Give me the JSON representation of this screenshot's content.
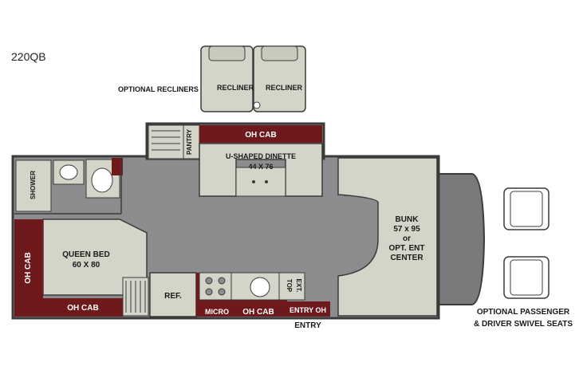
{
  "model": "220QB",
  "colors": {
    "wall": "#3b3b3b",
    "floor": "#8c8c8e",
    "furniture": "#d4d4c8",
    "cab": "#6e1a1c",
    "text_dark": "#1a1a1a",
    "text_light": "#ffffff"
  },
  "labels": {
    "optional_recliners": "OPTIONAL RECLINERS",
    "recliner_left": "RECLINER",
    "recliner_right": "RECLINER",
    "oh_cab_top": "OH CAB",
    "pantry": "PANTRY",
    "dinette": "U-SHAPED DINETTE",
    "dinette_size": "44 X 76",
    "shower": "SHOWER",
    "queen_bed": "QUEEN BED",
    "queen_bed_size": "60 X 80",
    "oh_cab_left": "OH CAB",
    "oh_cab_bottom_left": "OH CAB",
    "ref": "REF.",
    "micro": "MICRO",
    "oh_cab_bottom": "OH CAB",
    "top_ext_1": "TOP",
    "top_ext_2": "EXT.",
    "entry_oh": "ENTRY OH",
    "entry": "ENTRY",
    "bunk_1": "BUNK",
    "bunk_2": "57 x 95",
    "bunk_3": "or",
    "bunk_4": "OPT. ENT",
    "bunk_5": "CENTER",
    "optional_seats_1": "OPTIONAL PASSENGER",
    "optional_seats_2": "& DRIVER SWIVEL SEATS"
  }
}
